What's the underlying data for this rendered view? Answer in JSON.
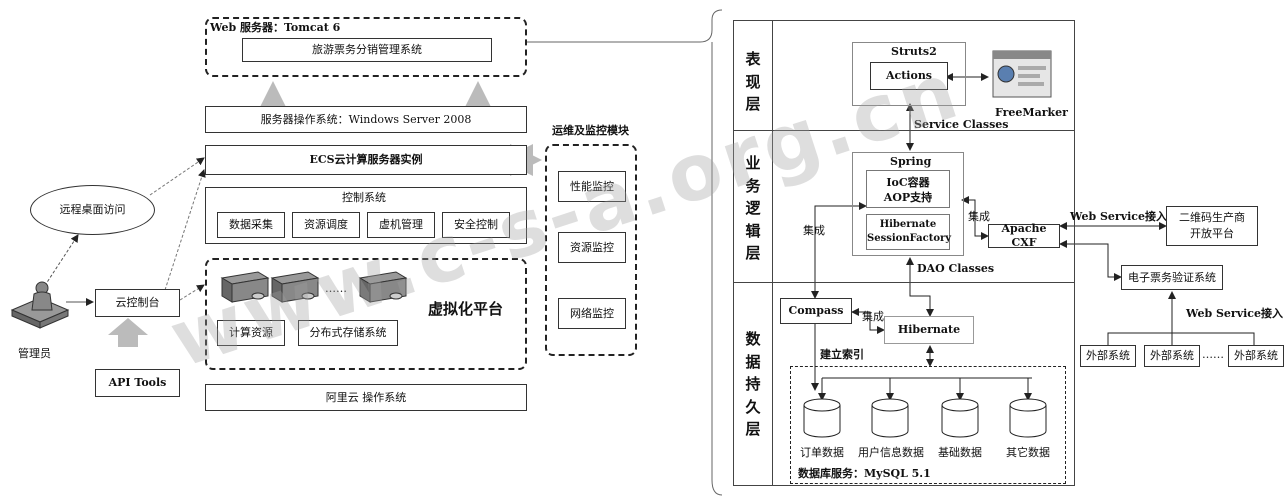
{
  "left": {
    "web_server_title": "Web 服务器：Tomcat 6",
    "system_name": "旅游票务分销管理系统",
    "os": "服务器操作系统：Windows Server 2008",
    "ecs": "ECS云计算服务器实例",
    "control_title": "控制系统",
    "control_items": [
      "数据采集",
      "资源调度",
      "虚机管理",
      "安全控制"
    ],
    "virtual_title": "虚拟化平台",
    "ellipsis": "……",
    "compute": "计算资源",
    "storage": "分布式存储系统",
    "aliyun": "阿里云 操作系统",
    "remote": "远程桌面访问",
    "console": "云控制台",
    "admin": "管理员",
    "api": "API Tools",
    "ops_title": "运维及监控模块",
    "ops_items": [
      "性能监控",
      "资源监控",
      "网络监控"
    ]
  },
  "right": {
    "layers": [
      "表现层",
      "业务逻辑层",
      "数据持久层"
    ],
    "struts": "Struts2",
    "actions": "Actions",
    "freemarker": "FreeMarker",
    "service_classes": "Service Classes",
    "spring": "Spring",
    "ioc_line1": "IoC容器",
    "ioc_line2": "AOP支持",
    "hib_line1": "Hibernate",
    "hib_line2": "SessionFactory",
    "dao_classes": "DAO Classes",
    "integrate1": "集成",
    "integrate2": "集成",
    "integrate3": "集成",
    "apache_cxf": "Apache CXF",
    "ws_access1": "Web Service接入",
    "qr_line1": "二维码生产商",
    "qr_line2": "开放平台",
    "eticket": "电子票务验证系统",
    "ws_access2": "Web Service接入",
    "external": [
      "外部系统",
      "外部系统",
      "外部系统"
    ],
    "ext_ellipsis": "……",
    "compass": "Compass",
    "hibernate": "Hibernate",
    "build_index": "建立索引",
    "databases": [
      "订单数据",
      "用户信息数据",
      "基础数据",
      "其它数据"
    ],
    "db_service": "数据库服务：MySQL 5.1"
  },
  "watermark": "www.c-s-a.org.cn"
}
